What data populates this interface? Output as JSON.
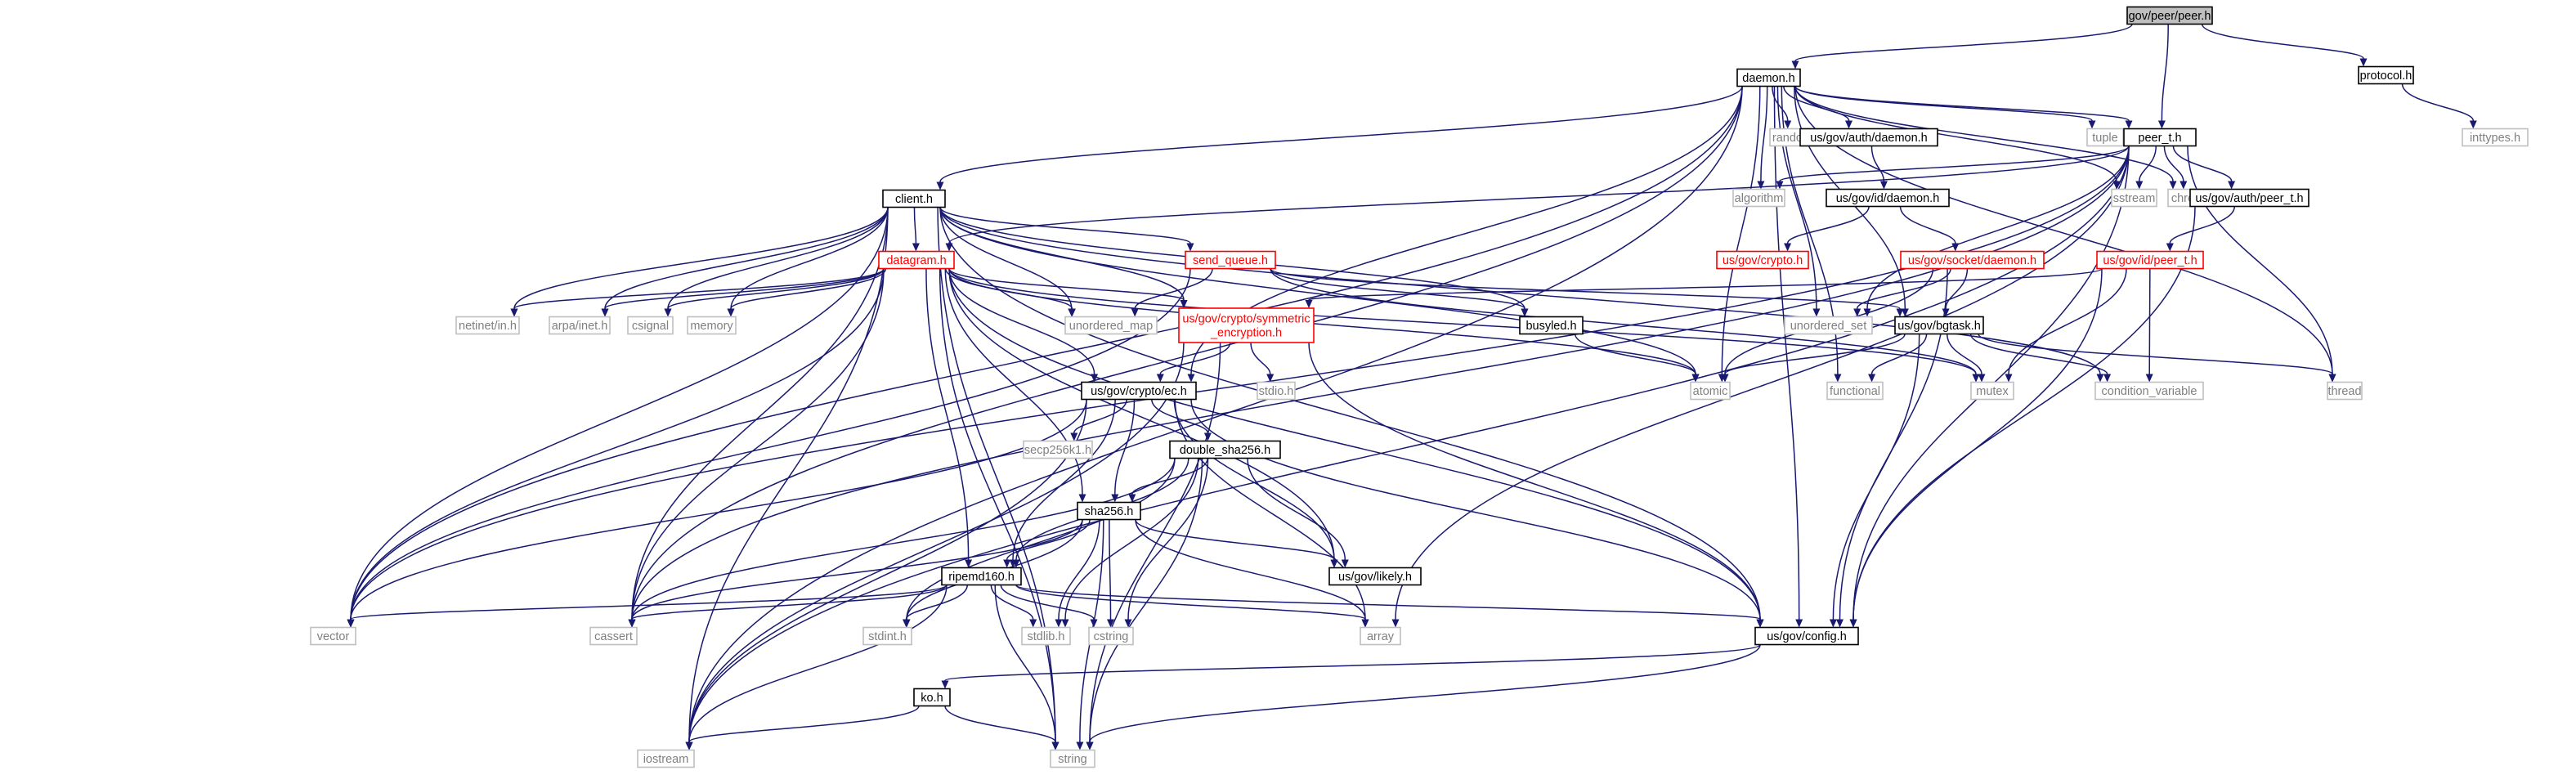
{
  "graph": {
    "root": "gov/peer/peer.h",
    "colors": {
      "edge": "#191970",
      "root_fill": "#bfbfbf",
      "node_border": "#000000",
      "missing_border": "#bfbfbf",
      "missing_text": "#808080",
      "truncated_border": "#ff0000",
      "truncated_text": "#ff0000"
    },
    "nodes": [
      {
        "id": "peer",
        "lines": [
          "gov/peer/peer.h"
        ],
        "kind": "root"
      },
      {
        "id": "daemon",
        "lines": [
          "daemon.h"
        ],
        "kind": "normal"
      },
      {
        "id": "protocol",
        "lines": [
          "protocol.h"
        ],
        "kind": "normal"
      },
      {
        "id": "inttypes",
        "lines": [
          "inttypes.h"
        ],
        "kind": "missing"
      },
      {
        "id": "random",
        "lines": [
          "random"
        ],
        "kind": "missing"
      },
      {
        "id": "auth_daemon",
        "lines": [
          "us/gov/auth/daemon.h"
        ],
        "kind": "normal"
      },
      {
        "id": "tuple",
        "lines": [
          "tuple"
        ],
        "kind": "missing"
      },
      {
        "id": "peer_t",
        "lines": [
          "peer_t.h"
        ],
        "kind": "normal"
      },
      {
        "id": "algorithm",
        "lines": [
          "algorithm"
        ],
        "kind": "missing"
      },
      {
        "id": "id_daemon",
        "lines": [
          "us/gov/id/daemon.h"
        ],
        "kind": "normal"
      },
      {
        "id": "sstream",
        "lines": [
          "sstream"
        ],
        "kind": "missing"
      },
      {
        "id": "chrono",
        "lines": [
          "chrono"
        ],
        "kind": "missing"
      },
      {
        "id": "auth_peer_t",
        "lines": [
          "us/gov/auth/peer_t.h"
        ],
        "kind": "normal"
      },
      {
        "id": "client",
        "lines": [
          "client.h"
        ],
        "kind": "normal"
      },
      {
        "id": "gov_crypto",
        "lines": [
          "us/gov/crypto.h"
        ],
        "kind": "truncated"
      },
      {
        "id": "datagram",
        "lines": [
          "datagram.h"
        ],
        "kind": "truncated"
      },
      {
        "id": "send_queue",
        "lines": [
          "send_queue.h"
        ],
        "kind": "truncated"
      },
      {
        "id": "socket_daemon",
        "lines": [
          "us/gov/socket/daemon.h"
        ],
        "kind": "truncated"
      },
      {
        "id": "id_peer_t",
        "lines": [
          "us/gov/id/peer_t.h"
        ],
        "kind": "truncated"
      },
      {
        "id": "netinet",
        "lines": [
          "netinet/in.h"
        ],
        "kind": "missing"
      },
      {
        "id": "arpa",
        "lines": [
          "arpa/inet.h"
        ],
        "kind": "missing"
      },
      {
        "id": "csignal",
        "lines": [
          "csignal"
        ],
        "kind": "missing"
      },
      {
        "id": "memory",
        "lines": [
          "memory"
        ],
        "kind": "missing"
      },
      {
        "id": "unordered_map",
        "lines": [
          "unordered_map"
        ],
        "kind": "missing"
      },
      {
        "id": "symenc",
        "lines": [
          "us/gov/crypto/symmetric",
          "_encryption.h"
        ],
        "kind": "truncated"
      },
      {
        "id": "busyled",
        "lines": [
          "busyled.h"
        ],
        "kind": "normal"
      },
      {
        "id": "unordered_set",
        "lines": [
          "unordered_set"
        ],
        "kind": "missing"
      },
      {
        "id": "bgtask",
        "lines": [
          "us/gov/bgtask.h"
        ],
        "kind": "normal"
      },
      {
        "id": "stdio",
        "lines": [
          "stdio.h"
        ],
        "kind": "missing"
      },
      {
        "id": "atomic",
        "lines": [
          "atomic"
        ],
        "kind": "missing"
      },
      {
        "id": "functional",
        "lines": [
          "functional"
        ],
        "kind": "missing"
      },
      {
        "id": "mutex",
        "lines": [
          "mutex"
        ],
        "kind": "missing"
      },
      {
        "id": "condvar",
        "lines": [
          "condition_variable"
        ],
        "kind": "missing"
      },
      {
        "id": "thread",
        "lines": [
          "thread"
        ],
        "kind": "missing"
      },
      {
        "id": "ec",
        "lines": [
          "us/gov/crypto/ec.h"
        ],
        "kind": "normal"
      },
      {
        "id": "secp",
        "lines": [
          "secp256k1.h"
        ],
        "kind": "missing"
      },
      {
        "id": "dsha",
        "lines": [
          "double_sha256.h"
        ],
        "kind": "normal"
      },
      {
        "id": "sha256",
        "lines": [
          "sha256.h"
        ],
        "kind": "normal"
      },
      {
        "id": "likely",
        "lines": [
          "us/gov/likely.h"
        ],
        "kind": "normal"
      },
      {
        "id": "ripemd",
        "lines": [
          "ripemd160.h"
        ],
        "kind": "normal"
      },
      {
        "id": "array",
        "lines": [
          "array"
        ],
        "kind": "missing"
      },
      {
        "id": "vector",
        "lines": [
          "vector"
        ],
        "kind": "missing"
      },
      {
        "id": "cassert",
        "lines": [
          "cassert"
        ],
        "kind": "missing"
      },
      {
        "id": "stdint",
        "lines": [
          "stdint.h"
        ],
        "kind": "missing"
      },
      {
        "id": "stdlib",
        "lines": [
          "stdlib.h"
        ],
        "kind": "missing"
      },
      {
        "id": "cstring",
        "lines": [
          "cstring"
        ],
        "kind": "missing"
      },
      {
        "id": "config",
        "lines": [
          "us/gov/config.h"
        ],
        "kind": "normal"
      },
      {
        "id": "ko",
        "lines": [
          "ko.h"
        ],
        "kind": "normal"
      },
      {
        "id": "iostream",
        "lines": [
          "iostream"
        ],
        "kind": "missing"
      },
      {
        "id": "string",
        "lines": [
          "string"
        ],
        "kind": "missing"
      }
    ],
    "edges": [
      [
        "peer",
        "daemon"
      ],
      [
        "peer",
        "protocol"
      ],
      [
        "peer",
        "peer_t"
      ],
      [
        "protocol",
        "inttypes"
      ],
      [
        "daemon",
        "random"
      ],
      [
        "daemon",
        "auth_daemon"
      ],
      [
        "daemon",
        "tuple"
      ],
      [
        "daemon",
        "peer_t"
      ],
      [
        "daemon",
        "algorithm"
      ],
      [
        "daemon",
        "sstream"
      ],
      [
        "daemon",
        "chrono"
      ],
      [
        "daemon",
        "client"
      ],
      [
        "daemon",
        "vector"
      ],
      [
        "daemon",
        "iostream"
      ],
      [
        "daemon",
        "cassert"
      ],
      [
        "daemon",
        "ec"
      ],
      [
        "daemon",
        "atomic"
      ],
      [
        "daemon",
        "functional"
      ],
      [
        "daemon",
        "unordered_set"
      ],
      [
        "daemon",
        "thread"
      ],
      [
        "daemon",
        "bgtask"
      ],
      [
        "daemon",
        "config"
      ],
      [
        "auth_daemon",
        "id_daemon"
      ],
      [
        "id_daemon",
        "gov_crypto"
      ],
      [
        "id_daemon",
        "socket_daemon"
      ],
      [
        "peer_t",
        "auth_peer_t"
      ],
      [
        "peer_t",
        "algorithm"
      ],
      [
        "peer_t",
        "sstream"
      ],
      [
        "peer_t",
        "chrono"
      ],
      [
        "peer_t",
        "unordered_set"
      ],
      [
        "peer_t",
        "thread"
      ],
      [
        "peer_t",
        "vector"
      ],
      [
        "peer_t",
        "iostream"
      ],
      [
        "peer_t",
        "cassert"
      ],
      [
        "peer_t",
        "array"
      ],
      [
        "peer_t",
        "config"
      ],
      [
        "peer_t",
        "datagram"
      ],
      [
        "auth_peer_t",
        "id_peer_t"
      ],
      [
        "auth_peer_t",
        "config"
      ],
      [
        "id_peer_t",
        "symenc"
      ],
      [
        "id_peer_t",
        "mutex"
      ],
      [
        "id_peer_t",
        "condvar"
      ],
      [
        "id_peer_t",
        "config"
      ],
      [
        "client",
        "datagram"
      ],
      [
        "client",
        "send_queue"
      ],
      [
        "client",
        "netinet"
      ],
      [
        "client",
        "arpa"
      ],
      [
        "client",
        "csignal"
      ],
      [
        "client",
        "memory"
      ],
      [
        "client",
        "unordered_map"
      ],
      [
        "client",
        "symenc"
      ],
      [
        "client",
        "busyled"
      ],
      [
        "client",
        "atomic"
      ],
      [
        "client",
        "condvar"
      ],
      [
        "client",
        "config"
      ],
      [
        "client",
        "vector"
      ],
      [
        "client",
        "iostream"
      ],
      [
        "client",
        "string"
      ],
      [
        "client",
        "cassert"
      ],
      [
        "datagram",
        "netinet"
      ],
      [
        "datagram",
        "arpa"
      ],
      [
        "datagram",
        "csignal"
      ],
      [
        "datagram",
        "memory"
      ],
      [
        "datagram",
        "unordered_map"
      ],
      [
        "datagram",
        "symenc"
      ],
      [
        "datagram",
        "ec"
      ],
      [
        "datagram",
        "sha256"
      ],
      [
        "datagram",
        "ripemd"
      ],
      [
        "datagram",
        "likely"
      ],
      [
        "datagram",
        "config"
      ],
      [
        "datagram",
        "vector"
      ],
      [
        "datagram",
        "cassert"
      ],
      [
        "datagram",
        "string"
      ],
      [
        "datagram",
        "mutex"
      ],
      [
        "datagram",
        "atomic"
      ],
      [
        "send_queue",
        "unordered_map"
      ],
      [
        "send_queue",
        "busyled"
      ],
      [
        "send_queue",
        "bgtask"
      ],
      [
        "send_queue",
        "mutex"
      ],
      [
        "send_queue",
        "vector"
      ],
      [
        "socket_daemon",
        "unordered_set"
      ],
      [
        "socket_daemon",
        "bgtask"
      ],
      [
        "socket_daemon",
        "atomic"
      ],
      [
        "socket_daemon",
        "config"
      ],
      [
        "symenc",
        "ec"
      ],
      [
        "symenc",
        "stdio"
      ],
      [
        "symenc",
        "config"
      ],
      [
        "symenc",
        "string"
      ],
      [
        "symenc",
        "iostream"
      ],
      [
        "busyled",
        "atomic"
      ],
      [
        "bgtask",
        "atomic"
      ],
      [
        "bgtask",
        "functional"
      ],
      [
        "bgtask",
        "mutex"
      ],
      [
        "bgtask",
        "condvar"
      ],
      [
        "bgtask",
        "thread"
      ],
      [
        "bgtask",
        "config"
      ],
      [
        "ec",
        "secp"
      ],
      [
        "ec",
        "dsha"
      ],
      [
        "ec",
        "sha256"
      ],
      [
        "ec",
        "likely"
      ],
      [
        "ec",
        "ripemd"
      ],
      [
        "ec",
        "array"
      ],
      [
        "ec",
        "config"
      ],
      [
        "ec",
        "vector"
      ],
      [
        "ec",
        "iostream"
      ],
      [
        "dsha",
        "sha256"
      ],
      [
        "dsha",
        "ripemd"
      ],
      [
        "dsha",
        "likely"
      ],
      [
        "dsha",
        "stdint"
      ],
      [
        "dsha",
        "stdlib"
      ],
      [
        "dsha",
        "cstring"
      ],
      [
        "dsha",
        "string"
      ],
      [
        "dsha",
        "cassert"
      ],
      [
        "sha256",
        "likely"
      ],
      [
        "sha256",
        "ripemd"
      ],
      [
        "sha256",
        "cassert"
      ],
      [
        "sha256",
        "stdint"
      ],
      [
        "sha256",
        "stdlib"
      ],
      [
        "sha256",
        "cstring"
      ],
      [
        "sha256",
        "array"
      ],
      [
        "sha256",
        "string"
      ],
      [
        "ripemd",
        "config"
      ],
      [
        "ripemd",
        "vector"
      ],
      [
        "ripemd",
        "cassert"
      ],
      [
        "ripemd",
        "stdint"
      ],
      [
        "ripemd",
        "stdlib"
      ],
      [
        "ripemd",
        "cstring"
      ],
      [
        "ripemd",
        "array"
      ],
      [
        "ripemd",
        "iostream"
      ],
      [
        "ripemd",
        "string"
      ],
      [
        "config",
        "ko"
      ],
      [
        "config",
        "string"
      ],
      [
        "ko",
        "iostream"
      ],
      [
        "ko",
        "string"
      ]
    ]
  }
}
